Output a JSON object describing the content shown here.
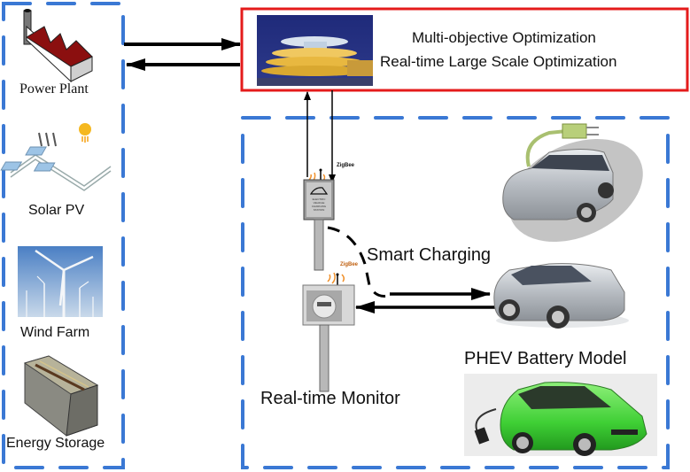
{
  "sources": {
    "power_plant": "Power Plant",
    "solar_pv": "Solar PV",
    "wind_farm": "Wind Farm",
    "energy_storage": "Energy Storage"
  },
  "optimizer": {
    "line1": "Multi-objective Optimization",
    "line2": "Real-time Large Scale Optimization"
  },
  "charging": {
    "zigbee_top": "ZigBee",
    "zigbee_bottom": "ZigBee",
    "station_sign": "ELECTRIC VEHICLE CHARGING STATION",
    "smart_charging": "Smart Charging",
    "monitor": "Real-time Monitor",
    "battery_model": "PHEV Battery Model"
  },
  "colors": {
    "dashed_border": "#3a78d4",
    "optimizer_border": "#e41b1b",
    "arrow": "#000000"
  }
}
